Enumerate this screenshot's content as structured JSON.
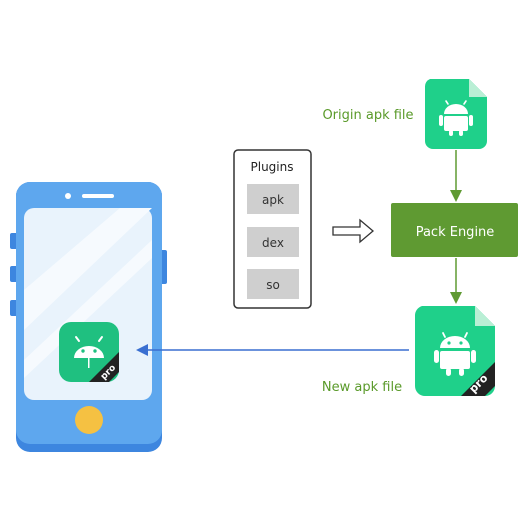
{
  "labels": {
    "origin_apk": "Origin apk file",
    "new_apk": "New apk file",
    "pack_engine": "Pack Engine",
    "plugins_title": "Plugins",
    "plugin_items": [
      "apk",
      "dex",
      "so"
    ],
    "pro_badge": "pro"
  },
  "colors": {
    "green_label": "#5a9a2a",
    "engine_green": "#5f9a32",
    "android_tile": "#1fd08a",
    "phone_body": "#5ea7ee",
    "phone_border": "#3d86df",
    "phone_screen": "#e9f3fc",
    "home_button": "#f5c142",
    "connector_blue": "#3a6fd1",
    "plugin_item_bg": "#cfcfcf"
  }
}
